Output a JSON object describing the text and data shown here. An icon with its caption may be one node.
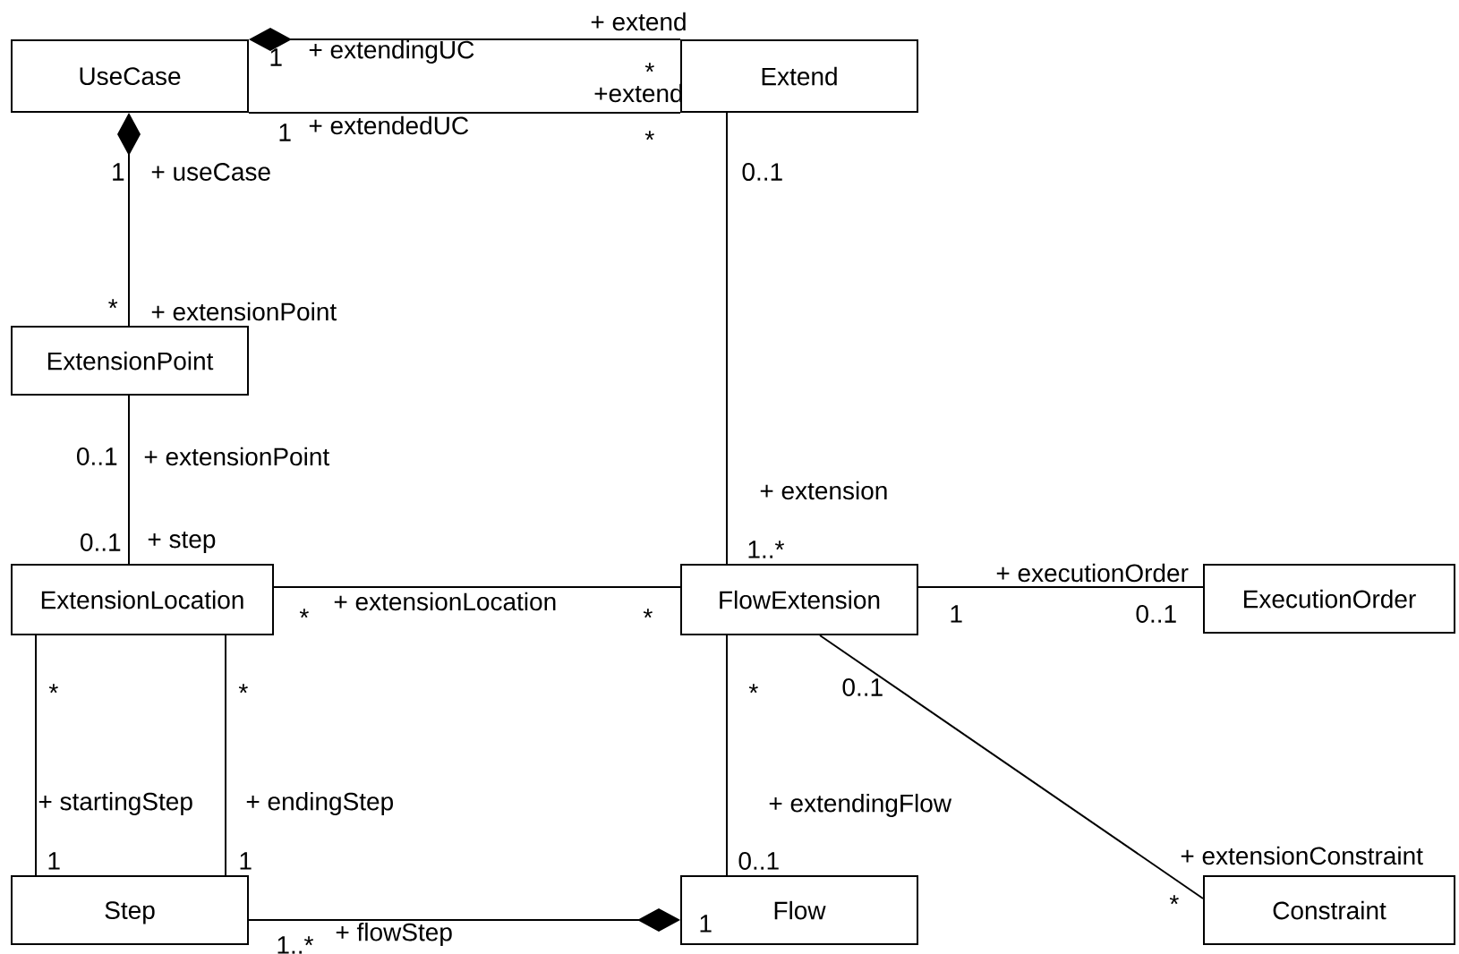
{
  "diagram": {
    "nodes": [
      {
        "text": [
          "UseCase"
        ]
      },
      {
        "text": [
          "Extend"
        ]
      },
      {
        "text": [
          "ExtensionPoint"
        ]
      },
      {
        "text": [
          "ExtensionLocation"
        ]
      },
      {
        "text": [
          "FlowExtension"
        ]
      },
      {
        "text": [
          "ExecutionOrder"
        ]
      },
      {
        "text": [
          "Step"
        ]
      },
      {
        "text": [
          "Flow"
        ]
      },
      {
        "text": [
          "Constraint"
        ]
      }
    ],
    "edges": [
      {
        "from": 1,
        "to": 0,
        "arrow": "other"
      },
      {
        "from": 0,
        "to": 1,
        "arrow": "none"
      },
      {
        "from": 2,
        "to": 0,
        "arrow": "other"
      },
      {
        "from": 2,
        "to": 3,
        "arrow": "none"
      },
      {
        "from": 1,
        "to": 4,
        "arrow": "none"
      },
      {
        "from": 3,
        "to": 4,
        "arrow": "none"
      },
      {
        "from": 4,
        "to": 5,
        "arrow": "none"
      },
      {
        "from": 3,
        "to": 6,
        "arrow": "none"
      },
      {
        "from": 3,
        "to": 6,
        "arrow": "none"
      },
      {
        "from": 4,
        "to": 7,
        "arrow": "none"
      },
      {
        "from": 4,
        "to": 8,
        "arrow": "none"
      },
      {
        "from": 6,
        "to": 7,
        "arrow": "other"
      }
    ],
    "labels": [
      "+ extend",
      "1",
      "+ extendingUC",
      "*",
      "+extend",
      "1",
      "+ extendedUC",
      "*",
      "1",
      "+ useCase",
      "0..1",
      "*",
      "+ extensionPoint",
      "0..1",
      "+ extensionPoint",
      "+ extension",
      "0..1",
      "+ step",
      "1..*",
      "+ executionOrder",
      "+ extensionLocation",
      "*",
      "*",
      "1",
      "0..1",
      "*",
      "*",
      "*",
      "0..1",
      "+ startingStep",
      "+ endingStep",
      "+ extendingFlow",
      "1",
      "1",
      "0..1",
      "+ extensionConstraint",
      "*",
      "1..*",
      "+ flowStep",
      "1"
    ]
  }
}
